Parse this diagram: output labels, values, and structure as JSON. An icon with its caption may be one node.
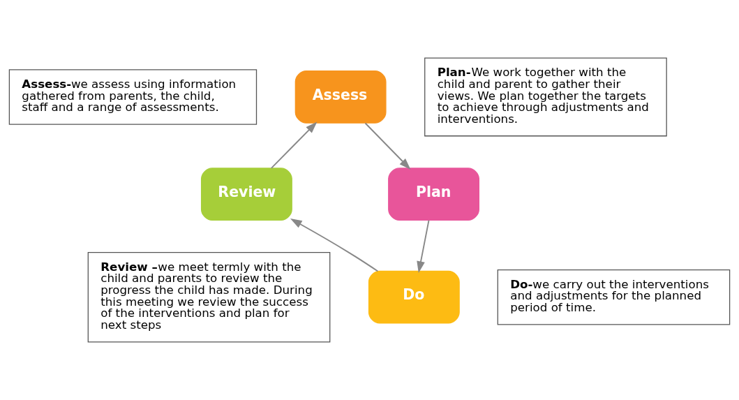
{
  "diagram": {
    "nodes": [
      {
        "text": [
          "Assess-",
          "we assess using information gathered from parents, the child, staff and a range of assessments."
        ]
      },
      {
        "text": [
          "Plan-",
          "We work together with the child and parent to gather their views. We plan together the targets to achieve through adjustments and interventions."
        ]
      },
      {
        "text": [
          "Assess"
        ]
      },
      {
        "text": [
          "Review"
        ]
      },
      {
        "text": [
          "Plan"
        ]
      },
      {
        "text": [
          "Do"
        ]
      },
      {
        "text": [
          "Review –",
          "we meet termly with the child and parents to review the progress the child has made. During this meeting we review the success of the interventions and plan for next steps"
        ]
      },
      {
        "text": [
          "Do-",
          "we carry out the interventions and adjustments for the planned period of time."
        ]
      }
    ],
    "edges": [
      {
        "from": 2,
        "to": 4,
        "arrow": "to"
      },
      {
        "from": 4,
        "to": 5,
        "arrow": "to"
      },
      {
        "from": 5,
        "to": 3,
        "arrow": "to"
      },
      {
        "from": 3,
        "to": 2,
        "arrow": "to"
      }
    ]
  }
}
